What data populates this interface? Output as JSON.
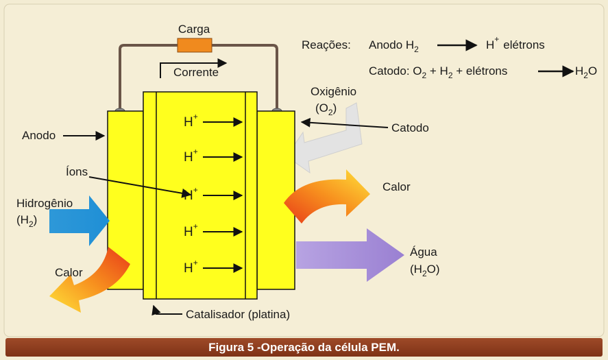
{
  "labels": {
    "carga": "Carga",
    "corrente": "Corrente",
    "anodo": "Anodo",
    "catodo": "Catodo",
    "ions": "Íons",
    "hidrogenio": "Hidrogênio",
    "h2_sym": "H",
    "oxigenio": "Oxigênio",
    "o2_sym": "O",
    "calor_right": "Calor",
    "calor_left": "Calor",
    "agua": "Água",
    "h2o_sym_h": "H",
    "h2o_sym_o": "O",
    "catalisador": "Catalisador (platina)",
    "proton": "H",
    "plus": "+",
    "sub2": "2",
    "paren_open": "(",
    "paren_close": ")"
  },
  "reactions": {
    "title": "Reações:",
    "anode_prefix": "Anodo H",
    "anode_product": "H",
    "anode_electrons": "elétrons",
    "cathode_prefix": "Catodo: O",
    "cathode_plus_h": " + H",
    "cathode_plus_e": " + elétrons",
    "cathode_product": "H",
    "cathode_product_o": "O"
  },
  "caption": "Figura 5 -Operação da célula PEM.",
  "colors": {
    "cell": "#ffff1e",
    "background": "#f3ecd3",
    "hydrogen_arrow": "#2a9fdc",
    "water_arrow": "#a78fd8",
    "oxygen_arrow": "#e2e2e2",
    "load": "#f08a1e",
    "caption_bar": "#8e3c1e"
  }
}
